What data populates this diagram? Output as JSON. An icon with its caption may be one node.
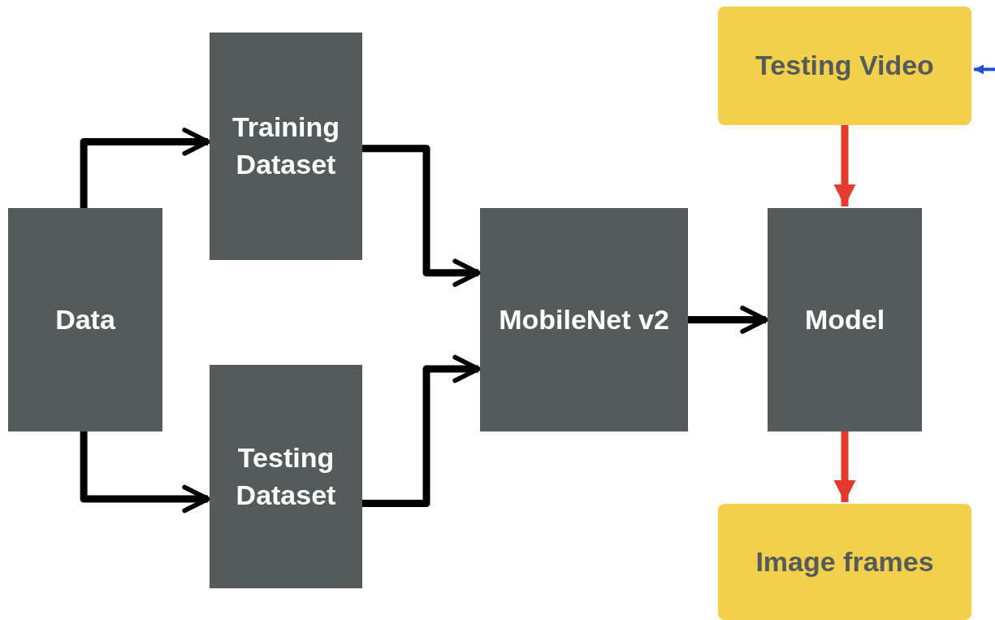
{
  "diagram": {
    "nodes": [
      {
        "text": [
          "Data"
        ]
      },
      {
        "text": [
          "Training Dataset"
        ]
      },
      {
        "text": [
          "Testing Dataset"
        ]
      },
      {
        "text": [
          "MobileNet v2"
        ]
      },
      {
        "text": [
          "Model"
        ]
      },
      {
        "text": [
          "Testing Video"
        ]
      },
      {
        "text": [
          "Image frames"
        ]
      }
    ],
    "edges": [
      {
        "from": 0,
        "to": 1,
        "arrow": "to"
      },
      {
        "from": 0,
        "to": 2,
        "arrow": "to"
      },
      {
        "from": 1,
        "to": 3,
        "arrow": "to"
      },
      {
        "from": 2,
        "to": 3,
        "arrow": "to"
      },
      {
        "from": 3,
        "to": 4,
        "arrow": "to"
      },
      {
        "from": 5,
        "to": 4,
        "arrow": "to",
        "color": "#e53b2c"
      },
      {
        "from": 4,
        "to": 6,
        "arrow": "to",
        "color": "#e53b2c"
      },
      {
        "from": null,
        "to": 5,
        "arrow": "to",
        "color": "#1f4fd6"
      }
    ]
  }
}
